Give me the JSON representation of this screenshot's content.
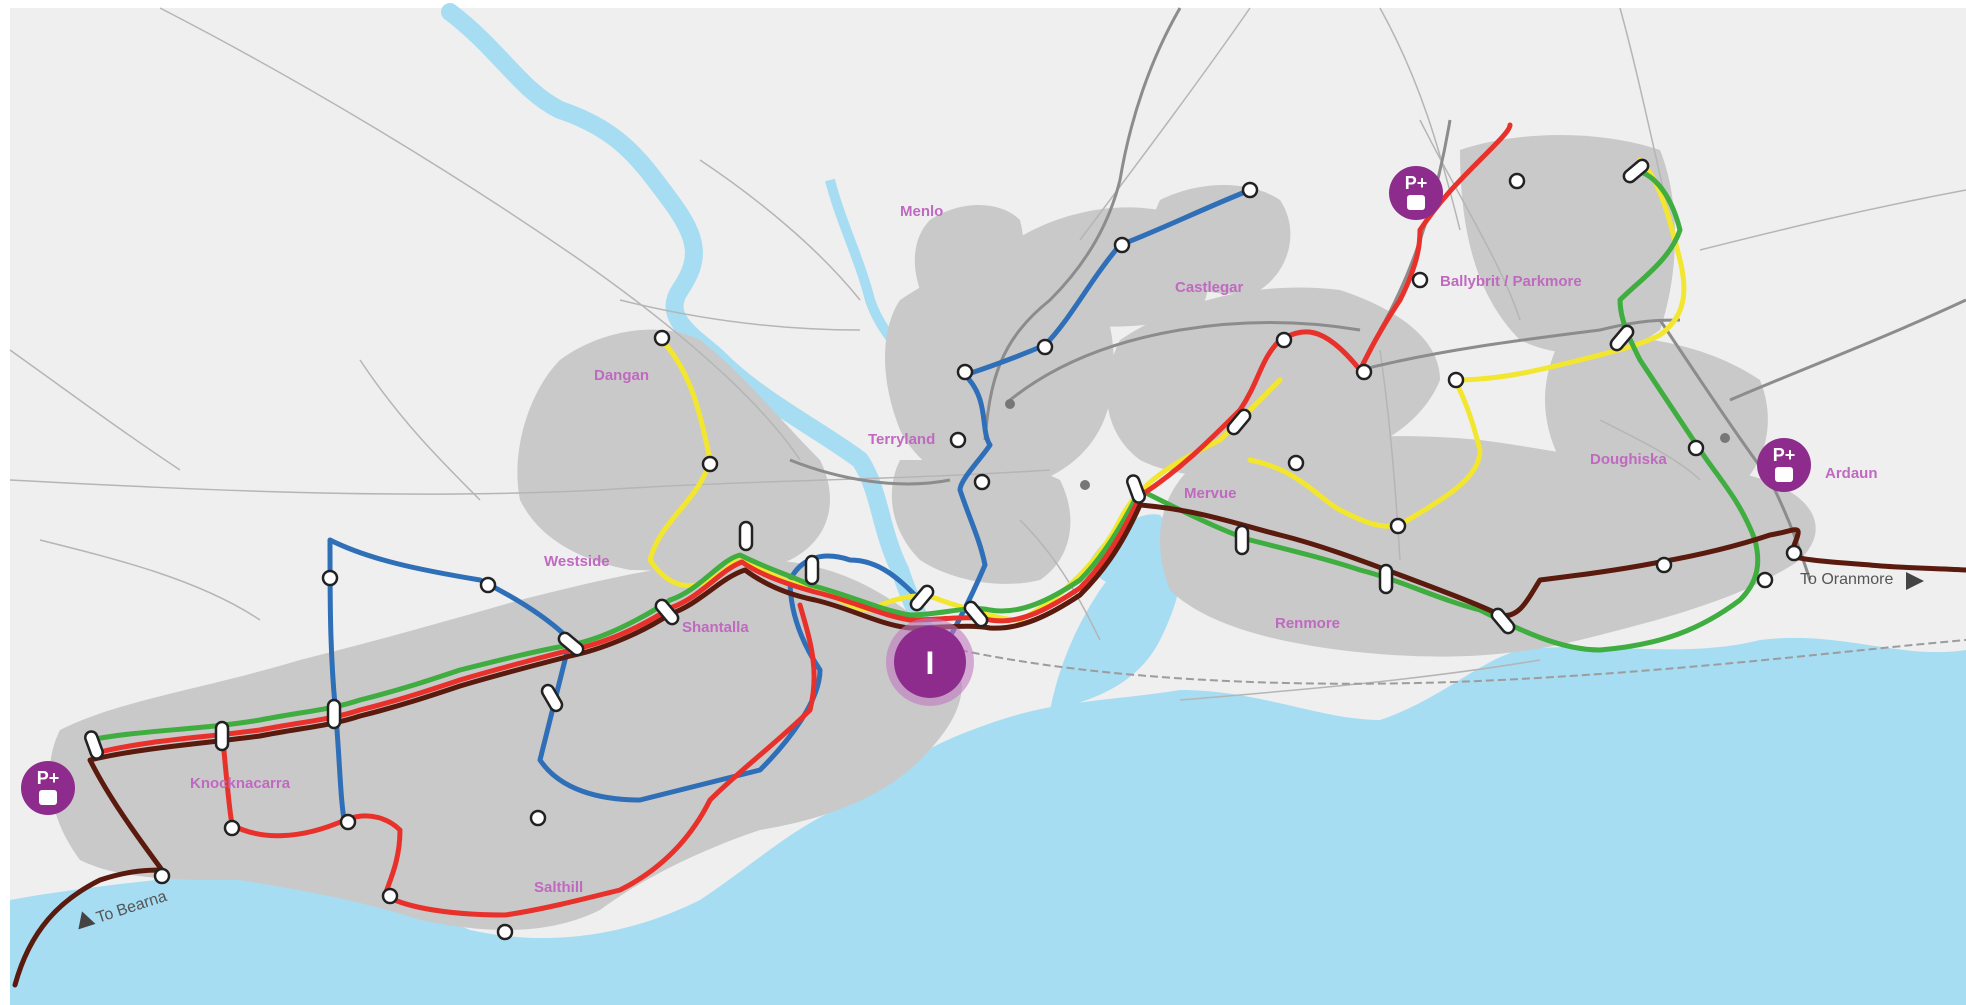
{
  "colors": {
    "land": "#e9e9e9",
    "urban": "#c9c9c9",
    "water": "#a6ddf3",
    "road": "#b5b5b5",
    "major_road": "#8c8c8c",
    "label": "#c069c0",
    "hub": "#8e2c8e",
    "hub_ring": "#c07ac0",
    "pr": "#8e2c8e",
    "route_red": "#e8312a",
    "route_green": "#3fad3f",
    "route_yellow": "#f2e62f",
    "route_blue": "#2f6fb8",
    "route_brown": "#5a1a0d"
  },
  "places": [
    "Menlo",
    "Castlegar",
    "Ballybrit / Parkmore",
    "Dangan",
    "Terryland",
    "Westside",
    "Mervue",
    "Doughiska",
    "Ardaun",
    "Shantalla",
    "Renmore",
    "Knocknacarra",
    "Salthill"
  ],
  "directions": {
    "east": "To Oranmore",
    "west": "To Bearna"
  },
  "hub_label": "I",
  "park_ride": {
    "label": "P+",
    "icon": "bus-icon"
  }
}
